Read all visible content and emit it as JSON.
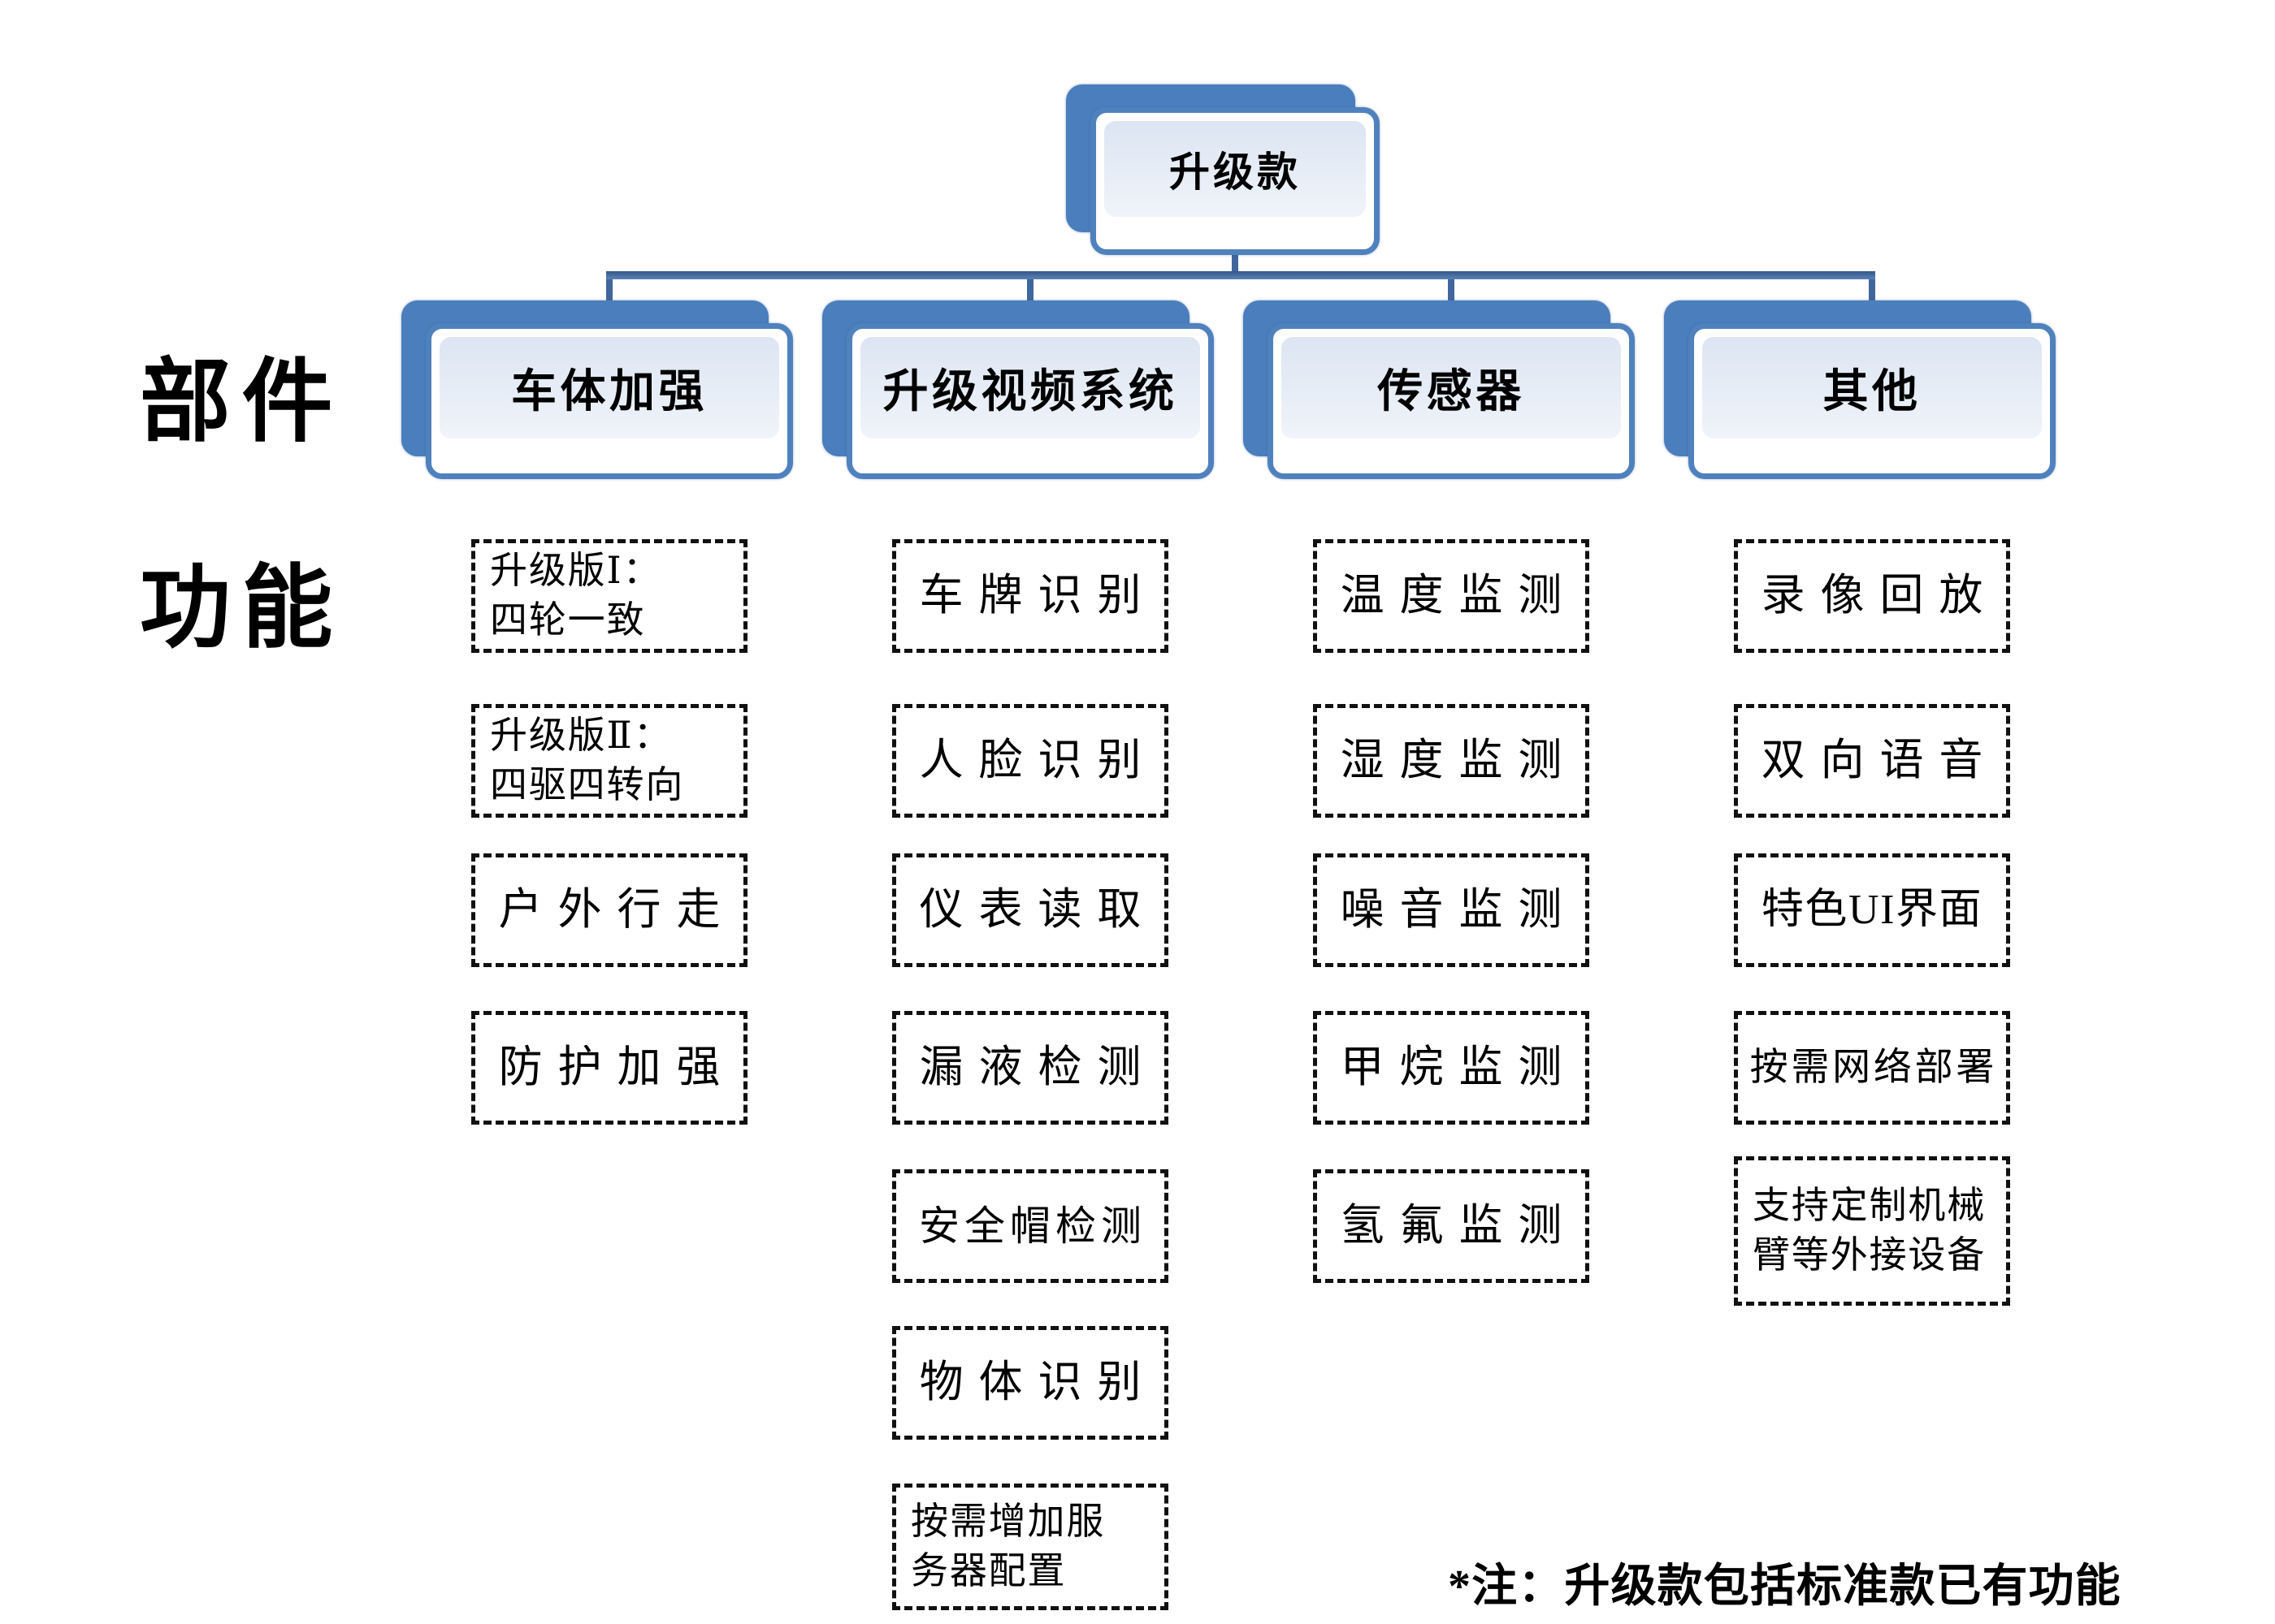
{
  "diagram": {
    "root": {
      "label": "升级款"
    },
    "side_labels": {
      "parts": "部件",
      "functions": "功能"
    },
    "branches": [
      {
        "label": "车体加强",
        "items": [
          "升级版Ⅰ：\n四轮一致",
          "升级版Ⅱ：\n四驱四转向",
          "户外行走",
          "防护加强"
        ]
      },
      {
        "label": "升级视频系统",
        "items": [
          "车牌识别",
          "人脸识别",
          "仪表读取",
          "漏液检测",
          "安全帽检测",
          "物体识别",
          "按需增加服\n务器配置"
        ]
      },
      {
        "label": "传感器",
        "items": [
          "温度监测",
          "湿度监测",
          "噪音监测",
          "甲烷监测",
          "氢氟监测"
        ]
      },
      {
        "label": "其他",
        "items": [
          "录像回放",
          "双向语音",
          "特色UI界面",
          "按需网络部署",
          "支持定制机械\n臂等外接设备"
        ]
      }
    ],
    "footnote": "*注：升级款包括标准款已有功能",
    "colors": {
      "node_fill_blue": "#4a7ebc",
      "node_border_blue": "#4f81bd",
      "panel_light_blue": "#dce5f2",
      "connector_blue": "#40669c",
      "dash_border": "#111111",
      "text": "#000000",
      "background": "#ffffff"
    }
  }
}
